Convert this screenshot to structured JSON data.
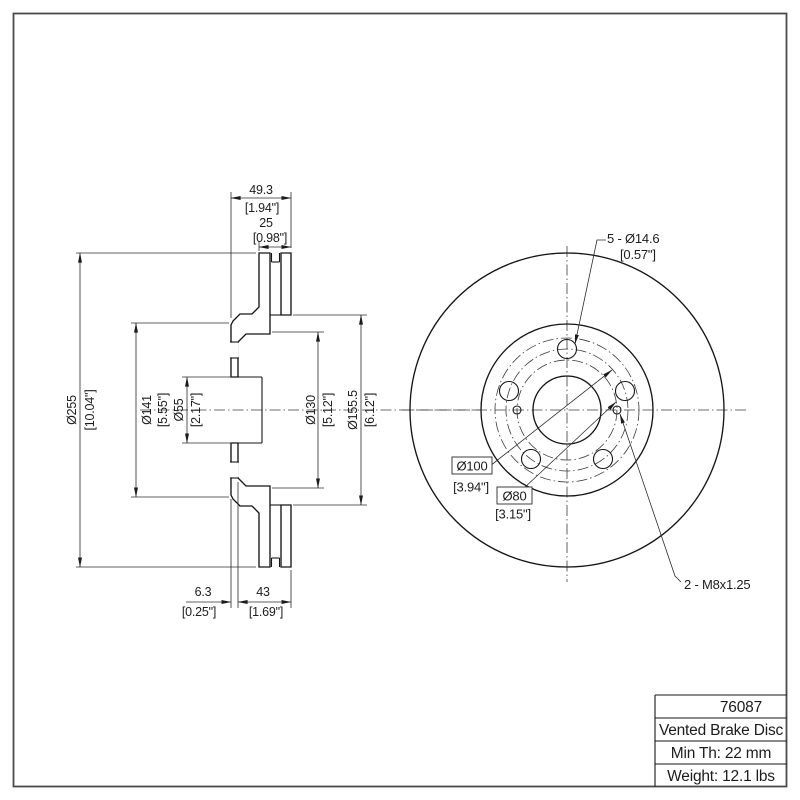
{
  "titleblock": {
    "part_number": "76087",
    "product_type": "Vented Brake Disc",
    "min_thickness": "Min Th: 22 mm",
    "weight": "Weight: 12.1 lbs"
  },
  "dims": {
    "overall_height_mm": "49.3",
    "overall_height_in": "[1.94\"]",
    "disc_thickness_mm": "25",
    "disc_thickness_in": "[0.98\"]",
    "outer_dia_mm": "Ø255",
    "outer_dia_in": "[10.04\"]",
    "hat_dia_mm": "Ø141",
    "hat_dia_in": "[5.55\"]",
    "bore_dia_mm": "Ø55",
    "bore_dia_in": "[2.17\"]",
    "flange_inner_dia_mm": "Ø130",
    "flange_inner_dia_in": "[5.12\"]",
    "friction_inner_dia_mm": "Ø155.5",
    "friction_inner_dia_in": "[6.12\"]",
    "hat_face_thickness_mm": "6.3",
    "hat_face_thickness_in": "[0.25\"]",
    "hat_depth_mm": "43",
    "hat_depth_in": "[1.69\"]",
    "lug_holes_mm": "5 - Ø14.6",
    "lug_holes_in": "[0.57\"]",
    "bolt_circle_mm": "Ø100",
    "bolt_circle_in": "[3.94\"]",
    "inner_circle_mm": "Ø80",
    "inner_circle_in": "[3.15\"]",
    "thread_holes": "2 - M8x1.25"
  },
  "colors": {
    "object_line": "#161616",
    "thin_line": "#2b2b2b",
    "frame": "#4a4a4a",
    "background": "#ffffff"
  }
}
